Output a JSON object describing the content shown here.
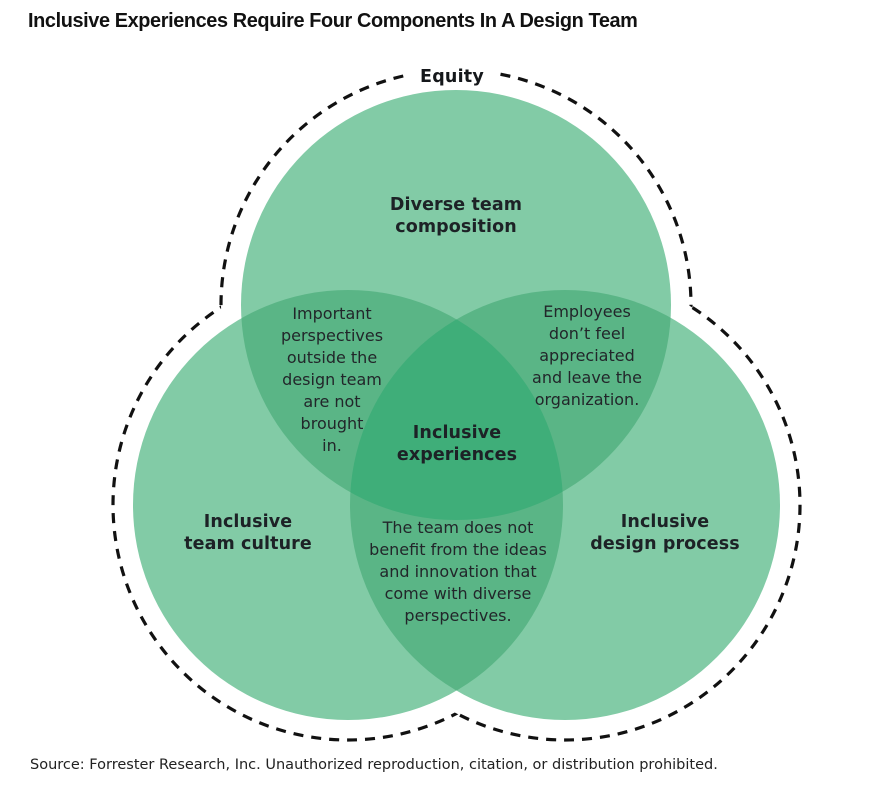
{
  "page": {
    "title": "Inclusive Experiences Require Four Components In A Design Team",
    "source": "Source: Forrester Research, Inc. Unauthorized reproduction, citation, or distribution prohibited."
  },
  "diagram": {
    "type": "venn",
    "outer_label": "Equity",
    "circles": [
      {
        "id": "top",
        "label": "Diverse team\ncomposition"
      },
      {
        "id": "bottom_left",
        "label": "Inclusive\nteam culture"
      },
      {
        "id": "bottom_right",
        "label": "Inclusive\ndesign process"
      }
    ],
    "overlaps": {
      "top_and_left": "Important\nperspectives\noutside the\ndesign team\nare not\nbrought\nin.",
      "top_and_right": "Employees\ndon’t feel\nappreciated\nand leave the\norganization.",
      "left_and_right": "The team does not\nbenefit from the ideas\nand innovation that\ncome with diverse\nperspectives.",
      "center": "Inclusive\nexperiences"
    },
    "colors": {
      "single": "#82CBA6",
      "double": "#5AB586",
      "triple": "#3FAE79",
      "outline": "#111111"
    }
  }
}
